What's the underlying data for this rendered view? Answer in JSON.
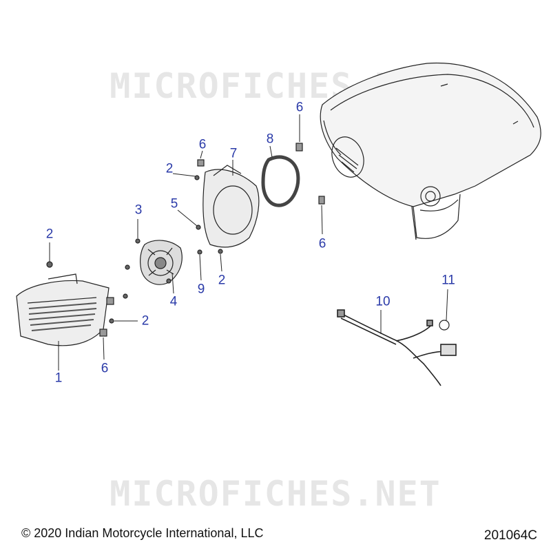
{
  "watermark": {
    "top_text": "MICROFICHES.NET",
    "bottom_text": "MICROFICHES.NET"
  },
  "callouts": {
    "c1": "1",
    "c2a": "2",
    "c2b": "2",
    "c2c": "2",
    "c2d": "2",
    "c3": "3",
    "c4": "4",
    "c5": "5",
    "c6a": "6",
    "c6b": "6",
    "c6c": "6",
    "c7": "7",
    "c8": "8",
    "c9": "9",
    "c10": "10",
    "c11": "11"
  },
  "footer": {
    "copyright": "© 2020 Indian Motorcycle International, LLC",
    "diagram_id": "201064C"
  },
  "colors": {
    "callout": "#2a3aa8",
    "line": "#222222",
    "watermark": "#e6e6e6"
  }
}
